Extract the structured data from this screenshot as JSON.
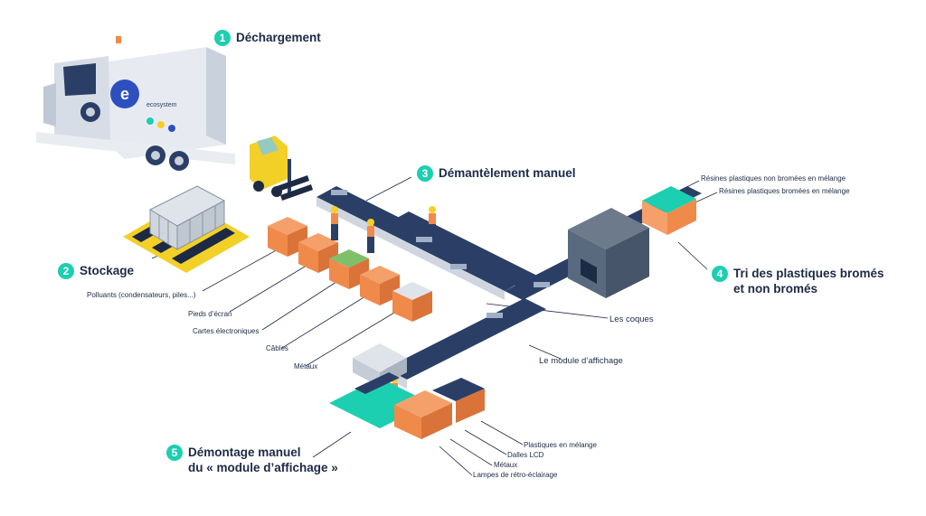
{
  "steps": {
    "s1": {
      "number": "1",
      "title": "Déchargement"
    },
    "s2": {
      "number": "2",
      "title": "Stockage"
    },
    "s3": {
      "number": "3",
      "title": "Démantèlement manuel"
    },
    "s4": {
      "number": "4",
      "title_line1": "Tri des plastiques bromés",
      "title_line2": "et non bromés"
    },
    "s5": {
      "number": "5",
      "title_line1": "Démontage manuel",
      "title_line2": "du « module d’affichage »"
    }
  },
  "labels": {
    "polluants": "Polluants (condensateurs, piles...)",
    "pieds": "Pieds d’écran",
    "cartes": "Cartes électroniques",
    "cables": "Câbles",
    "metaux": "Métaux",
    "coques": "Les coques",
    "module": "Le module d’affichage",
    "resines_non_bromees": "Résines plastiques non bromées en mélange",
    "resines_bromees": "Résines plastiques bromées en mélange",
    "plastiques_melange": "Plastiques en mélange",
    "dalles_lcd": "Dalles LCD",
    "metaux_2": "Métaux",
    "lampes": "Lampes de rétro-éclairage"
  },
  "truck": {
    "brand": "ecosystem"
  },
  "colors": {
    "accent": "#1ccfb0",
    "navy": "#1d2a45",
    "orange": "#f08a4b",
    "belt": "#2b3f66",
    "machine": "#5a6a7e",
    "yellow": "#f3d028"
  }
}
